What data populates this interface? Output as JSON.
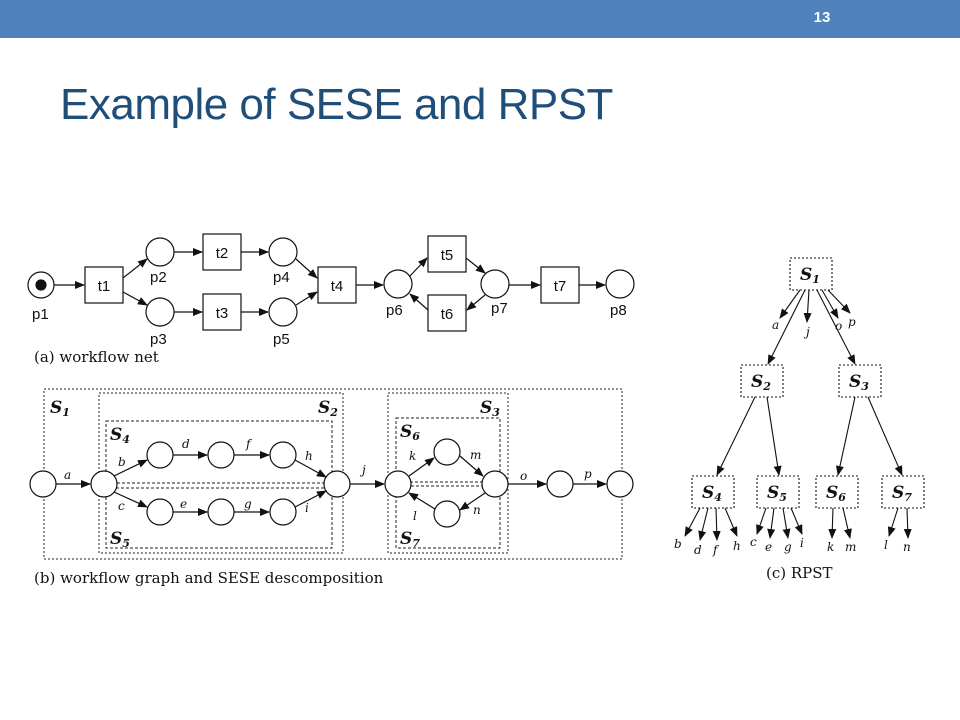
{
  "slide": {
    "number": "13",
    "title": "Example of SESE and RPST"
  },
  "net": {
    "caption": "(a) workflow net",
    "places": [
      "p1",
      "p2",
      "p3",
      "p4",
      "p5",
      "p6",
      "p7",
      "p8"
    ],
    "transitions": [
      "t1",
      "t2",
      "t3",
      "t4",
      "t5",
      "t6",
      "t7"
    ]
  },
  "graph": {
    "caption": "(b) workflow graph and SESE descomposition",
    "regions": [
      "S",
      "S",
      "S",
      "S",
      "S",
      "S",
      "S"
    ],
    "region_subs": [
      "1",
      "2",
      "3",
      "4",
      "5",
      "6",
      "7"
    ],
    "arcs": [
      "a",
      "b",
      "c",
      "d",
      "e",
      "f",
      "g",
      "h",
      "i",
      "j",
      "k",
      "l",
      "m",
      "n",
      "o",
      "p"
    ]
  },
  "rpst": {
    "caption": "(c) RPST",
    "nodes": [
      "S",
      "S",
      "S",
      "S",
      "S",
      "S",
      "S"
    ],
    "node_subs": [
      "1",
      "2",
      "3",
      "4",
      "5",
      "6",
      "7"
    ],
    "leaves": [
      "a",
      "j",
      "o",
      "p",
      "b",
      "d",
      "f",
      "h",
      "c",
      "e",
      "g",
      "i",
      "k",
      "m",
      "l",
      "n"
    ]
  },
  "colors": {
    "header_bar": "#4f81bd",
    "title": "#1f4e79"
  }
}
